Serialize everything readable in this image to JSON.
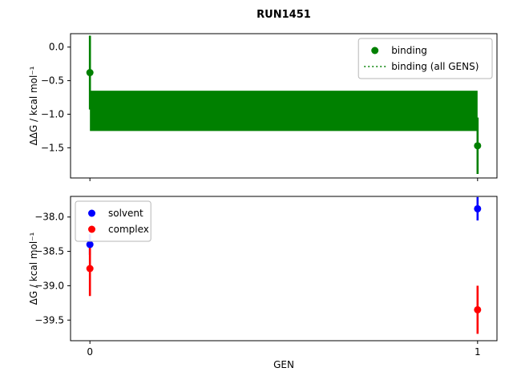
{
  "figure": {
    "title": "RUN1451",
    "xlabel": "GEN",
    "background": "#ffffff"
  },
  "chart_data": [
    {
      "type": "scatter",
      "title": "RUN1451",
      "ylabel": "ΔΔG / kcal mol⁻¹",
      "xlabel": "",
      "xlim": [
        -0.05,
        1.05
      ],
      "ylim": [
        -1.95,
        0.2
      ],
      "grid": false,
      "yticks": {
        "values": [
          0.0,
          -0.5,
          -1.0,
          -1.5
        ],
        "labels": [
          "0.0",
          "−0.5",
          "−1.0",
          "−1.5"
        ]
      },
      "xticks": {
        "values": [
          0,
          1
        ],
        "labels": [
          "0",
          "1"
        ]
      },
      "series": [
        {
          "name": "binding",
          "color": "#008000",
          "marker": "circle",
          "x": [
            0,
            1
          ],
          "y": [
            -0.38,
            -1.47
          ],
          "yerr": [
            0.55,
            0.42
          ]
        }
      ],
      "band": {
        "name": "binding (all GENS)",
        "color": "#008000",
        "line_style": "dotted",
        "x_range": [
          0,
          1
        ],
        "y_top": -0.65,
        "y_bottom": -1.25
      },
      "legend": {
        "position": "upper-right",
        "entries": [
          {
            "label": "binding",
            "marker": "dot",
            "color": "#008000"
          },
          {
            "label": "binding (all GENS)",
            "marker": "dotted-line",
            "color": "#008000"
          }
        ]
      }
    },
    {
      "type": "scatter",
      "title": "",
      "ylabel": "ΔG / kcal mol⁻¹",
      "xlabel": "GEN",
      "xlim": [
        -0.05,
        1.05
      ],
      "ylim": [
        -39.8,
        -37.7
      ],
      "grid": false,
      "yticks": {
        "values": [
          -38.0,
          -38.5,
          -39.0,
          -39.5
        ],
        "labels": [
          "−38.0",
          "−38.5",
          "−39.0",
          "−39.5"
        ]
      },
      "xticks": {
        "values": [
          0,
          1
        ],
        "labels": [
          "0",
          "1"
        ]
      },
      "series": [
        {
          "name": "solvent",
          "color": "#0000ff",
          "marker": "circle",
          "x": [
            0,
            1
          ],
          "y": [
            -38.4,
            -37.88
          ],
          "yerr": [
            0.15,
            0.17
          ]
        },
        {
          "name": "complex",
          "color": "#ff0000",
          "marker": "circle",
          "x": [
            0,
            1
          ],
          "y": [
            -38.75,
            -39.35
          ],
          "yerr": [
            0.4,
            0.35
          ]
        }
      ],
      "legend": {
        "position": "upper-left",
        "entries": [
          {
            "label": "solvent",
            "marker": "dot",
            "color": "#0000ff"
          },
          {
            "label": "complex",
            "marker": "dot",
            "color": "#ff0000"
          }
        ]
      }
    }
  ]
}
